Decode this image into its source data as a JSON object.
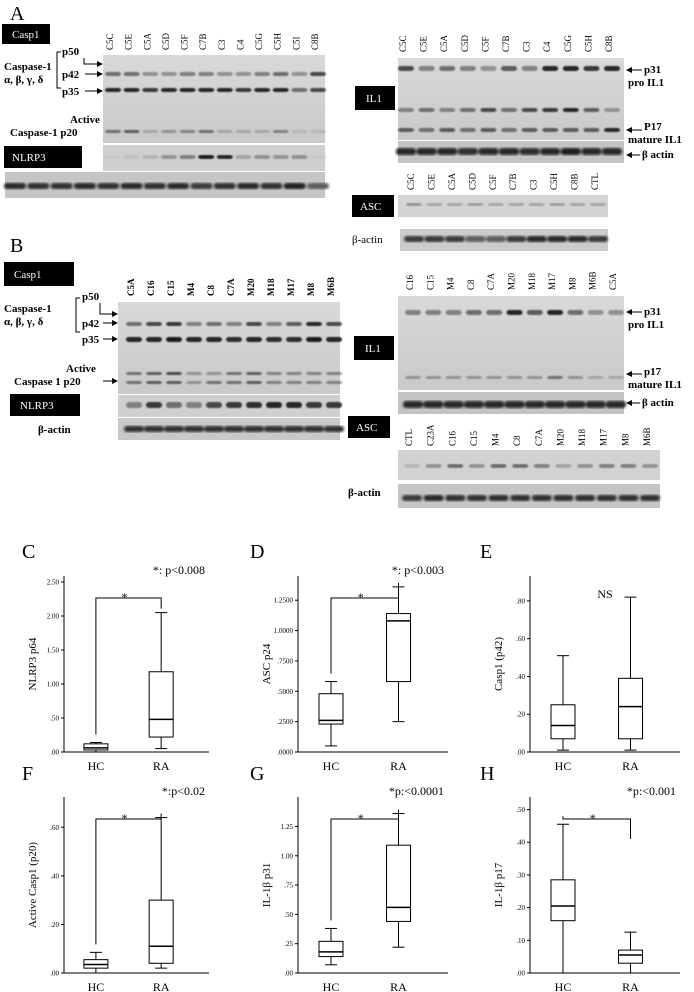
{
  "panels": {
    "A": {
      "letter": "A",
      "casp1_tag": "Casp1",
      "nlrp3_tag": "NLRP3",
      "il1_tag": "IL1",
      "asc_tag": "ASC",
      "beta_actin": "β-actin",
      "beta_actin_arrow": "β actin",
      "caspase_label_1": "Caspase-1",
      "caspase_label_2": "α, β, γ, δ",
      "p50": "p50",
      "p42": "p42",
      "p35": "p35",
      "active_1": "Active",
      "active_2": "Caspase-1 p20",
      "p31": "p31",
      "pro_il1": "pro IL1",
      "p17": "P17",
      "mature_il1": "mature IL1",
      "casp_lanes": [
        "C5C",
        "C5E",
        "C5A",
        "C5D",
        "C5F",
        "C7B",
        "C3",
        "C4",
        "C5G",
        "C5H",
        "C5I",
        "C8B"
      ],
      "il1_lanes": [
        "C5C",
        "C5E",
        "C5A",
        "C5D",
        "C5F",
        "C7B",
        "C3",
        "C4",
        "C5G",
        "C5H",
        "C8B"
      ],
      "asc_lanes": [
        "C5C",
        "C5E",
        "C5A",
        "C5D",
        "C5F",
        "C7B",
        "C3",
        "C5H",
        "C8B",
        "CTL"
      ]
    },
    "B": {
      "letter": "B",
      "casp1_tag": "Casp1",
      "nlrp3_tag": "NLRP3",
      "il1_tag": "IL1",
      "asc_tag": "ASC",
      "beta_actin": "β-actin",
      "beta_actin_arrow": "β actin",
      "caspase_label_1": "Caspase-1",
      "caspase_label_2": "α, β, γ, δ",
      "p50": "p50",
      "p42": "p42",
      "p35": "p35",
      "active_1": "Active",
      "active_2": "Caspase 1 p20",
      "p31": "p31",
      "pro_il1": "pro IL1",
      "p17": "p17",
      "mature_il1": "mature IL1",
      "casp_lanes": [
        "C5A",
        "C16",
        "C15",
        "M4",
        "C8",
        "C7A",
        "M20",
        "M18",
        "M17",
        "M8",
        "M6B"
      ],
      "il1_lanes": [
        "C16",
        "C15",
        "M4",
        "C8",
        "C7A",
        "M20",
        "M18",
        "M17",
        "M8",
        "M6B",
        "C5A"
      ],
      "asc_lanes": [
        "CTL",
        "C23A",
        "C16",
        "C15",
        "M4",
        "C8",
        "C7A",
        "M20",
        "M18",
        "M17",
        "M8",
        "M6B"
      ]
    }
  },
  "chart_data": [
    {
      "panel": "C",
      "type": "box",
      "ylabel": "NLRP3  p64",
      "categories": [
        "HC",
        "RA"
      ],
      "yticks": [
        ".00",
        ".50",
        "1.00",
        "1.50",
        "2.00",
        "2.50"
      ],
      "ylim": [
        0,
        2.5
      ],
      "boxes": [
        {
          "min": 0.0,
          "q1": 0.03,
          "median": 0.06,
          "q3": 0.12,
          "max": 0.14
        },
        {
          "min": 0.05,
          "q1": 0.22,
          "median": 0.48,
          "q3": 1.18,
          "max": 2.05
        }
      ],
      "annotation": "*: p<0.008",
      "sig": "*"
    },
    {
      "panel": "D",
      "type": "box",
      "ylabel": "ASC p24",
      "categories": [
        "HC",
        "RA"
      ],
      "yticks": [
        ".0000",
        ".2500",
        ".5000",
        ".7500",
        "1.0000",
        "1.2500"
      ],
      "ylim": [
        0,
        1.4
      ],
      "boxes": [
        {
          "min": 0.05,
          "q1": 0.23,
          "median": 0.26,
          "q3": 0.48,
          "max": 0.58
        },
        {
          "min": 0.25,
          "q1": 0.58,
          "median": 1.08,
          "q3": 1.14,
          "max": 1.36
        }
      ],
      "annotation": "*: p<0.003",
      "sig": "*"
    },
    {
      "panel": "E",
      "type": "box",
      "ylabel": "Casp1 (p42)",
      "categories": [
        "HC",
        "RA"
      ],
      "yticks": [
        ".00",
        ".20",
        ".40",
        ".60",
        ".80"
      ],
      "ylim": [
        0,
        0.9
      ],
      "boxes": [
        {
          "min": 0.01,
          "q1": 0.07,
          "median": 0.14,
          "q3": 0.25,
          "max": 0.51
        },
        {
          "min": 0.01,
          "q1": 0.07,
          "median": 0.24,
          "q3": 0.39,
          "max": 0.82
        }
      ],
      "annotation": "NS"
    },
    {
      "panel": "F",
      "type": "box",
      "ylabel": "Active Casp1 (p20)",
      "categories": [
        "HC",
        "RA"
      ],
      "yticks": [
        ".00",
        ".20",
        ".40",
        ".60"
      ],
      "ylim": [
        0,
        0.7
      ],
      "boxes": [
        {
          "min": 0.0,
          "q1": 0.02,
          "median": 0.035,
          "q3": 0.055,
          "max": 0.085
        },
        {
          "min": 0.02,
          "q1": 0.04,
          "median": 0.11,
          "q3": 0.3,
          "max": 0.64
        }
      ],
      "annotation": "*:p<0.02",
      "sig": "*"
    },
    {
      "panel": "G",
      "type": "box",
      "ylabel": "IL-1β p31",
      "categories": [
        "HC",
        "RA"
      ],
      "yticks": [
        ".00",
        ".25",
        ".50",
        ".75",
        "1.00",
        "1.25"
      ],
      "ylim": [
        0,
        1.45
      ],
      "boxes": [
        {
          "min": 0.07,
          "q1": 0.14,
          "median": 0.18,
          "q3": 0.27,
          "max": 0.38
        },
        {
          "min": 0.22,
          "q1": 0.44,
          "median": 0.56,
          "q3": 1.09,
          "max": 1.36
        }
      ],
      "annotation": "*p:<0.0001",
      "sig": "*"
    },
    {
      "panel": "H",
      "type": "box",
      "ylabel": "IL-1β p17",
      "categories": [
        "HC",
        "RA"
      ],
      "yticks": [
        ".00",
        ".10",
        ".20",
        ".30",
        ".40",
        ".50"
      ],
      "ylim": [
        0,
        0.52
      ],
      "boxes": [
        {
          "min": 0.0,
          "q1": 0.16,
          "median": 0.205,
          "q3": 0.285,
          "max": 0.455
        },
        {
          "min": 0.0,
          "q1": 0.03,
          "median": 0.055,
          "q3": 0.07,
          "max": 0.125
        }
      ],
      "annotation": "*p:<0.001",
      "sig": "*"
    }
  ]
}
